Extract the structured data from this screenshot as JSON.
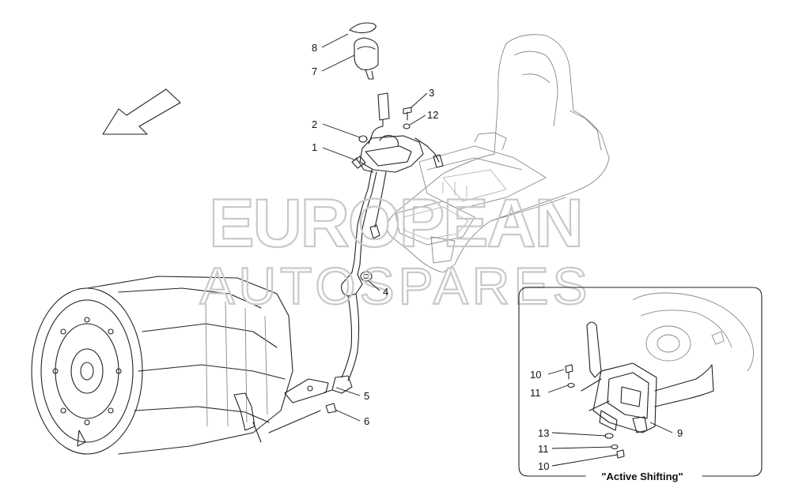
{
  "watermark": {
    "line1": "EUROPEAN",
    "line2": "AUTOSPARES"
  },
  "inset": {
    "title": "\"Active Shifting\""
  },
  "callouts": {
    "c1": "1",
    "c2": "2",
    "c3": "3",
    "c4": "4",
    "c5": "5",
    "c6": "6",
    "c7": "7",
    "c8": "8",
    "c12": "12",
    "i9": "9",
    "i10a": "10",
    "i11a": "11",
    "i13": "13",
    "i11b": "11",
    "i10b": "10"
  },
  "colors": {
    "line": "#222222",
    "faint": "#888888",
    "watermark": "#c9c9c9",
    "background": "#ffffff"
  }
}
